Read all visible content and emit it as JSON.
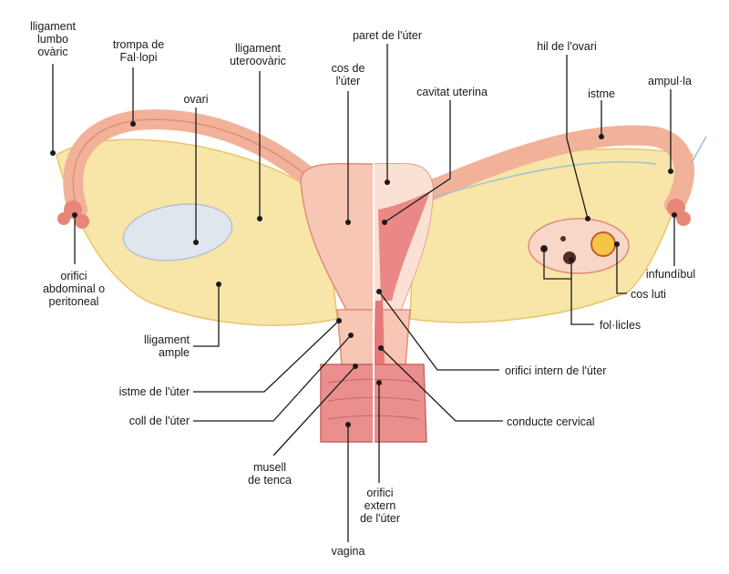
{
  "labels": {
    "lligament_lumbo_ovaric": "lligament\nlumbo\novàric",
    "trompa_de_fallopi": "trompa de\nFal·lopi",
    "lligament_uteroovaric": "lligament\nuteroovàric",
    "ovari": "ovari",
    "paret_de_l_uter": "paret de l'úter",
    "cos_de_l_uter": "cos de\nl'úter",
    "cavitat_uterina": "cavitat uterina",
    "hil_de_l_ovari": "hil de l'ovari",
    "istme": "istme",
    "ampulla": "ampul·la",
    "orifici_abdominal": "orifici\nabdominal o\nperitoneal",
    "infundibul": "infundíbul",
    "cos_luti": "cos luti",
    "follicles": "fol·licles",
    "lligament_ample": "lligament\nample",
    "orifici_intern": "orifici intern de l'úter",
    "istme_de_l_uter": "istme de l'úter",
    "conducte_cervical": "conducte cervical",
    "coll_de_l_uter": "coll de l'úter",
    "musell_de_tenca": "musell\nde tenca",
    "orifici_extern": "orifici\nextern\nde l'úter",
    "vagina": "vagina"
  },
  "colors": {
    "tube": "#f2b29a",
    "tube_dark": "#e08d78",
    "ligament": "#f7e6a8",
    "ligament_edge": "#e8c56a",
    "uterus": "#f8c6b4",
    "uterus_light": "#fbe0d4",
    "muscle": "#e6787a",
    "ovary": "#dfe6ee",
    "line": "#1a1a1a"
  }
}
